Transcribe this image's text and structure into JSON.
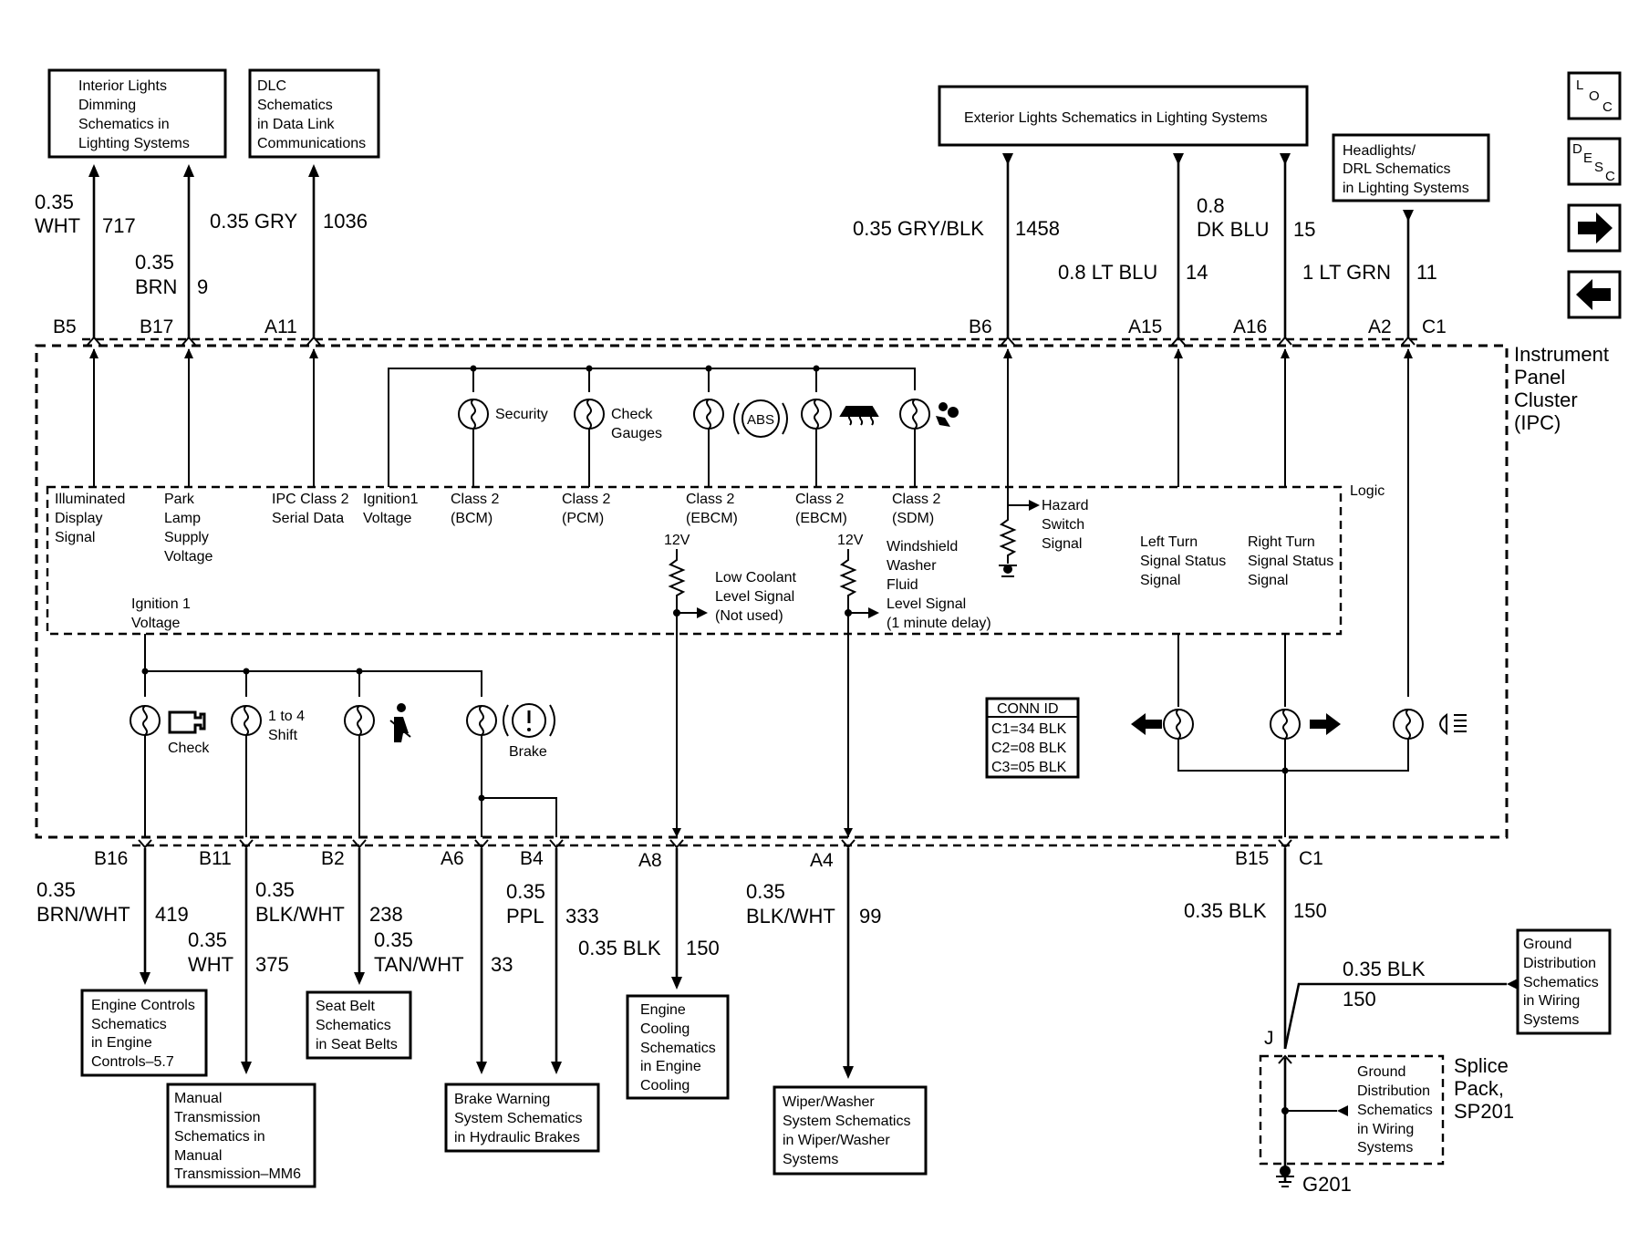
{
  "boxes": {
    "interior": [
      "Interior Lights",
      "Dimming",
      "Schematics in",
      "Lighting Systems"
    ],
    "dlc": [
      "DLC",
      "Schematics",
      "in Data Link",
      "Communications"
    ],
    "exterior": [
      "Exterior Lights Schematics in Lighting Systems"
    ],
    "headlights": [
      "Headlights/",
      "DRL Schematics",
      "in Lighting Systems"
    ],
    "engine_controls": [
      "Engine Controls",
      "Schematics",
      "in Engine",
      "Controls–5.7"
    ],
    "manual_trans": [
      "Manual",
      "Transmission",
      "Schematics in",
      "Manual",
      "Transmission–MM6"
    ],
    "seat_belt": [
      "Seat Belt",
      "Schematics",
      "in Seat Belts"
    ],
    "brake_warning": [
      "Brake Warning",
      "System Schematics",
      "in Hydraulic Brakes"
    ],
    "engine_cooling": [
      "Engine",
      "Cooling",
      "Schematics",
      "in Engine",
      "Cooling"
    ],
    "wiper": [
      "Wiper/Washer",
      "System Schematics",
      "in Wiper/Washer",
      "Systems"
    ],
    "ground_dist": [
      "Ground",
      "Distribution",
      "Schematics",
      "in Wiring",
      "Systems"
    ],
    "ground_dist_splice": [
      "Ground",
      "Distribution",
      "Schematics",
      "in Wiring",
      "Systems"
    ]
  },
  "nav": {
    "loc": "LOC",
    "desc": "DESC"
  },
  "top_wires": {
    "b5": {
      "size": "0.35",
      "color": "WHT",
      "circuit": "717",
      "pin": "B5"
    },
    "b17": {
      "size": "0.35",
      "color": "BRN",
      "circuit": "9",
      "pin": "B17"
    },
    "a11": {
      "spec": "0.35 GRY",
      "circuit": "1036",
      "pin": "A11"
    },
    "b6": {
      "spec": "0.35 GRY/BLK",
      "circuit": "1458",
      "pin": "B6"
    },
    "a15": {
      "spec": "0.8 LT BLU",
      "circuit": "14",
      "pin": "A15"
    },
    "a16": {
      "size": "0.8",
      "color": "DK BLU",
      "circuit": "15",
      "pin": "A16"
    },
    "a2": {
      "spec": "1 LT GRN",
      "circuit": "11",
      "pin": "A2",
      "conn": "C1"
    }
  },
  "ipc_label": [
    "Instrument",
    "Panel",
    "Cluster",
    "(IPC)"
  ],
  "logic_label": "Logic",
  "indicators": {
    "security": [
      "Security"
    ],
    "check_gauges": [
      "Check",
      "Gauges"
    ],
    "abs": "ABS",
    "check": "Check",
    "shift": [
      "1 to 4",
      "Shift"
    ],
    "brake": "Brake"
  },
  "logic_inputs": {
    "illuminated": [
      "Illuminated",
      "Display",
      "Signal"
    ],
    "park_lamp": [
      "Park",
      "Lamp",
      "Supply",
      "Voltage"
    ],
    "ipc_class2": [
      "IPC Class 2",
      "Serial Data"
    ],
    "ignition1": [
      "Ignition1",
      "Voltage"
    ],
    "class2_bcm": [
      "Class 2",
      "(BCM)"
    ],
    "class2_pcm": [
      "Class 2",
      "(PCM)"
    ],
    "class2_ebcm1": [
      "Class 2",
      "(EBCM)"
    ],
    "class2_ebcm2": [
      "Class 2",
      "(EBCM)"
    ],
    "class2_sdm": [
      "Class 2",
      "(SDM)"
    ],
    "hazard": [
      "Hazard",
      "Switch",
      "Signal"
    ],
    "left_turn": [
      "Left Turn",
      "Signal Status",
      "Signal"
    ],
    "right_turn": [
      "Right Turn",
      "Signal Status",
      "Signal"
    ],
    "ignition1_voltage": [
      "Ignition 1",
      "Voltage"
    ],
    "v12a": "12V",
    "v12b": "12V",
    "low_coolant": [
      "Low Coolant",
      "Level Signal",
      "(Not used)"
    ],
    "washer_fluid": [
      "Windshield",
      "Washer",
      "Fluid",
      "Level Signal",
      "(1 minute delay)"
    ]
  },
  "conn_id": [
    "CONN ID",
    "C1=34 BLK",
    "C2=08 BLK",
    "C3=05 BLK"
  ],
  "bottom_wires": {
    "b16": {
      "size": "0.35",
      "color": "BRN/WHT",
      "circuit": "419",
      "pin": "B16"
    },
    "b11": {
      "size": "0.35",
      "color": "WHT",
      "circuit": "375",
      "pin": "B11"
    },
    "b2": {
      "size": "0.35",
      "color": "BLK/WHT",
      "circuit": "238",
      "pin": "B2"
    },
    "a6": {
      "size": "0.35",
      "color": "TAN/WHT",
      "circuit": "33",
      "pin": "A6"
    },
    "b4": {
      "size": "0.35",
      "color": "PPL",
      "circuit": "333",
      "pin": "B4"
    },
    "a8": {
      "spec": "0.35 BLK",
      "circuit": "150",
      "pin": "A8"
    },
    "a4": {
      "size": "0.35",
      "color": "BLK/WHT",
      "circuit": "99",
      "pin": "A4"
    },
    "b15": {
      "spec": "0.35 BLK",
      "circuit": "150",
      "pin": "B15",
      "conn": "C1"
    }
  },
  "ground": {
    "spec": "0.35 BLK",
    "circuit": "150",
    "splice_pin": "J",
    "splice_label": [
      "Splice",
      "Pack,",
      "SP201"
    ],
    "ground_id": "G201"
  }
}
